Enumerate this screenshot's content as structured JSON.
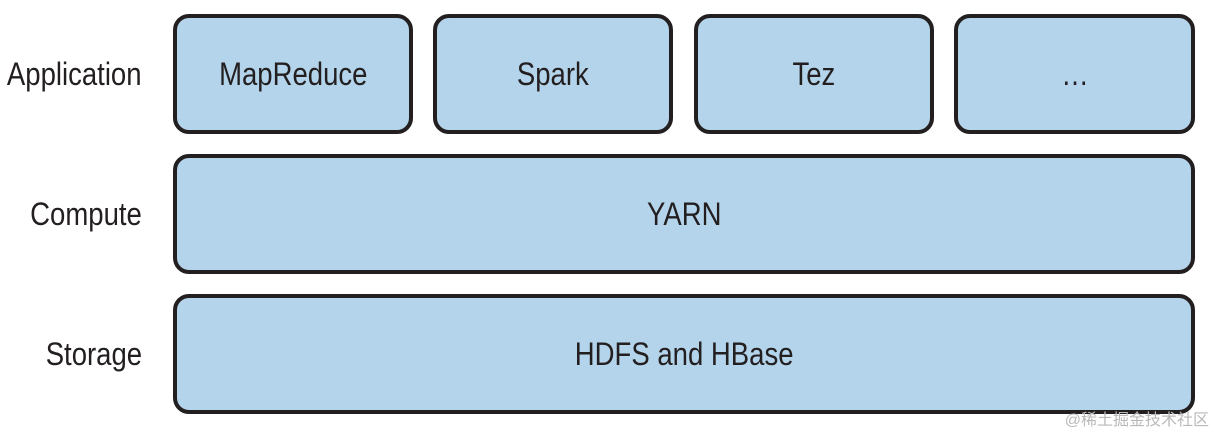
{
  "layers": {
    "application": {
      "label": "Application",
      "boxes": [
        "MapReduce",
        "Spark",
        "Tez",
        "…"
      ]
    },
    "compute": {
      "label": "Compute",
      "box": "YARN"
    },
    "storage": {
      "label": "Storage",
      "box": "HDFS and HBase"
    }
  },
  "watermark": "@稀土掘金技术社区"
}
